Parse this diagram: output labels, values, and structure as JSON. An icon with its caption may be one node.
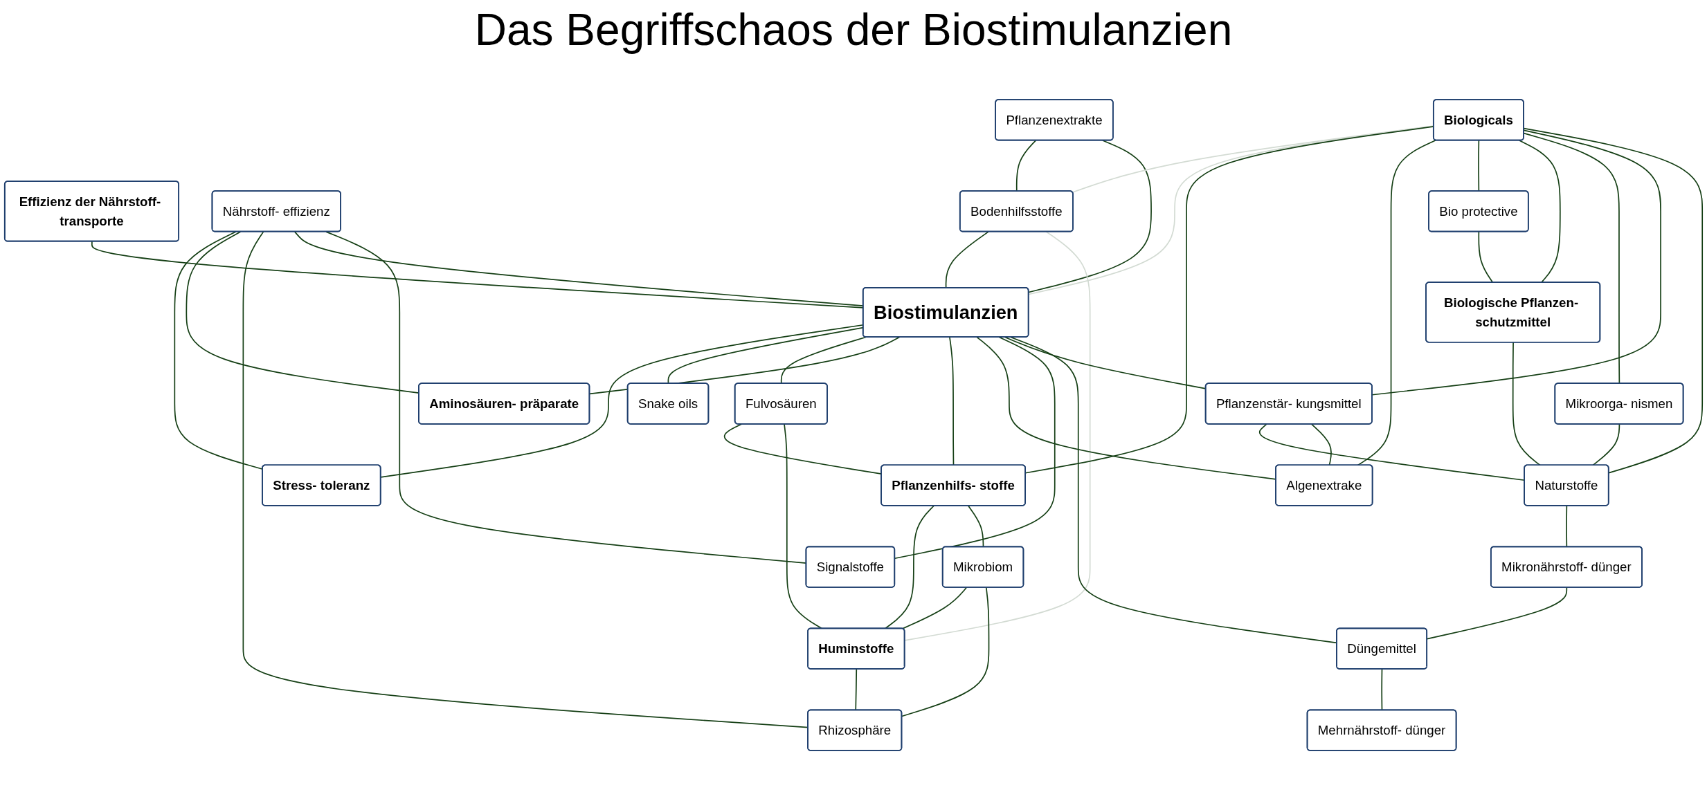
{
  "diagram": {
    "title": "Das Begriffschaos der Biostimulanzien",
    "nodes": [
      {
        "text": [
          "Effizienz der Nährstoff- transporte"
        ]
      },
      {
        "text": [
          "Pflanzenextrakte"
        ]
      },
      {
        "text": [
          "Mehrnährstoff- dünger"
        ]
      },
      {
        "text": [
          "Nährstoff- effizienz"
        ]
      },
      {
        "text": [
          "Stress- toleranz"
        ]
      },
      {
        "text": [
          "Düngemittel"
        ]
      },
      {
        "text": [
          "Snake oils"
        ]
      },
      {
        "text": [
          "Aminosäuren- präparate"
        ]
      },
      {
        "text": [
          "Bio protective"
        ]
      },
      {
        "text": [
          "Biologicals"
        ]
      },
      {
        "text": [
          "Bodenhilfsstoffe"
        ]
      },
      {
        "text": [
          "Biostimulanzien"
        ]
      },
      {
        "text": [
          "Fulvosäuren"
        ]
      },
      {
        "text": [
          "Huminstoffe"
        ]
      },
      {
        "text": [
          "Biologische Pflanzen- schutzmittel"
        ]
      },
      {
        "text": [
          "Mikroorga- nismen"
        ]
      },
      {
        "text": [
          "Pflanzenstär- kungsmittel"
        ]
      },
      {
        "text": [
          "Pflanzenhilfs- stoffe"
        ]
      },
      {
        "text": [
          "Algenextrake"
        ]
      },
      {
        "text": [
          "Rhizosphäre"
        ]
      },
      {
        "text": [
          "Naturstoffe"
        ]
      },
      {
        "text": [
          "Mikronährstoff- dünger"
        ]
      },
      {
        "text": [
          "Signalstoffe"
        ]
      },
      {
        "text": [
          "Mikrobiom"
        ]
      }
    ],
    "edges": [
      {
        "from": 0,
        "to": 11,
        "arrow": "none"
      },
      {
        "from": 1,
        "to": 10,
        "arrow": "none"
      },
      {
        "from": 1,
        "to": 11,
        "arrow": "none"
      },
      {
        "from": 10,
        "to": 11,
        "arrow": "none"
      },
      {
        "from": 9,
        "to": 10,
        "arrow": "none",
        "color": "#d3dbd3"
      },
      {
        "from": 9,
        "to": 11,
        "arrow": "none",
        "color": "#d3dbd3"
      },
      {
        "from": 10,
        "to": 13,
        "arrow": "none",
        "color": "#d3dbd3"
      },
      {
        "from": 2,
        "to": 5,
        "arrow": "none"
      },
      {
        "from": 3,
        "to": 4,
        "arrow": "none"
      },
      {
        "from": 3,
        "to": 7,
        "arrow": "none"
      },
      {
        "from": 3,
        "to": 19,
        "arrow": "none"
      },
      {
        "from": 3,
        "to": 11,
        "arrow": "none"
      },
      {
        "from": 3,
        "to": 22,
        "arrow": "none"
      },
      {
        "from": 5,
        "to": 11,
        "arrow": "none"
      },
      {
        "from": 11,
        "to": 4,
        "arrow": "none"
      },
      {
        "from": 21,
        "to": 5,
        "arrow": "none"
      },
      {
        "from": 11,
        "to": 6,
        "arrow": "none"
      },
      {
        "from": 11,
        "to": 12,
        "arrow": "none"
      },
      {
        "from": 11,
        "to": 7,
        "arrow": "none"
      },
      {
        "from": 11,
        "to": 17,
        "arrow": "none"
      },
      {
        "from": 11,
        "to": 18,
        "arrow": "none"
      },
      {
        "from": 11,
        "to": 22,
        "arrow": "none"
      },
      {
        "from": 11,
        "to": 16,
        "arrow": "none"
      },
      {
        "from": 12,
        "to": 17,
        "arrow": "none"
      },
      {
        "from": 12,
        "to": 13,
        "arrow": "none"
      },
      {
        "from": 9,
        "to": 17,
        "arrow": "none"
      },
      {
        "from": 9,
        "to": 18,
        "arrow": "none"
      },
      {
        "from": 9,
        "to": 8,
        "arrow": "none"
      },
      {
        "from": 9,
        "to": 14,
        "arrow": "none"
      },
      {
        "from": 8,
        "to": 14,
        "arrow": "none"
      },
      {
        "from": 9,
        "to": 15,
        "arrow": "none"
      },
      {
        "from": 9,
        "to": 16,
        "arrow": "none"
      },
      {
        "from": 9,
        "to": 20,
        "arrow": "none"
      },
      {
        "from": 14,
        "to": 20,
        "arrow": "none"
      },
      {
        "from": 15,
        "to": 20,
        "arrow": "none"
      },
      {
        "from": 16,
        "to": 20,
        "arrow": "none"
      },
      {
        "from": 20,
        "to": 21,
        "arrow": "none"
      },
      {
        "from": 16,
        "to": 18,
        "arrow": "none"
      },
      {
        "from": 17,
        "to": 13,
        "arrow": "none"
      },
      {
        "from": 17,
        "to": 23,
        "arrow": "none"
      },
      {
        "from": 23,
        "to": 13,
        "arrow": "none"
      },
      {
        "from": 13,
        "to": 19,
        "arrow": "none"
      },
      {
        "from": 23,
        "to": 19,
        "arrow": "none"
      }
    ]
  }
}
